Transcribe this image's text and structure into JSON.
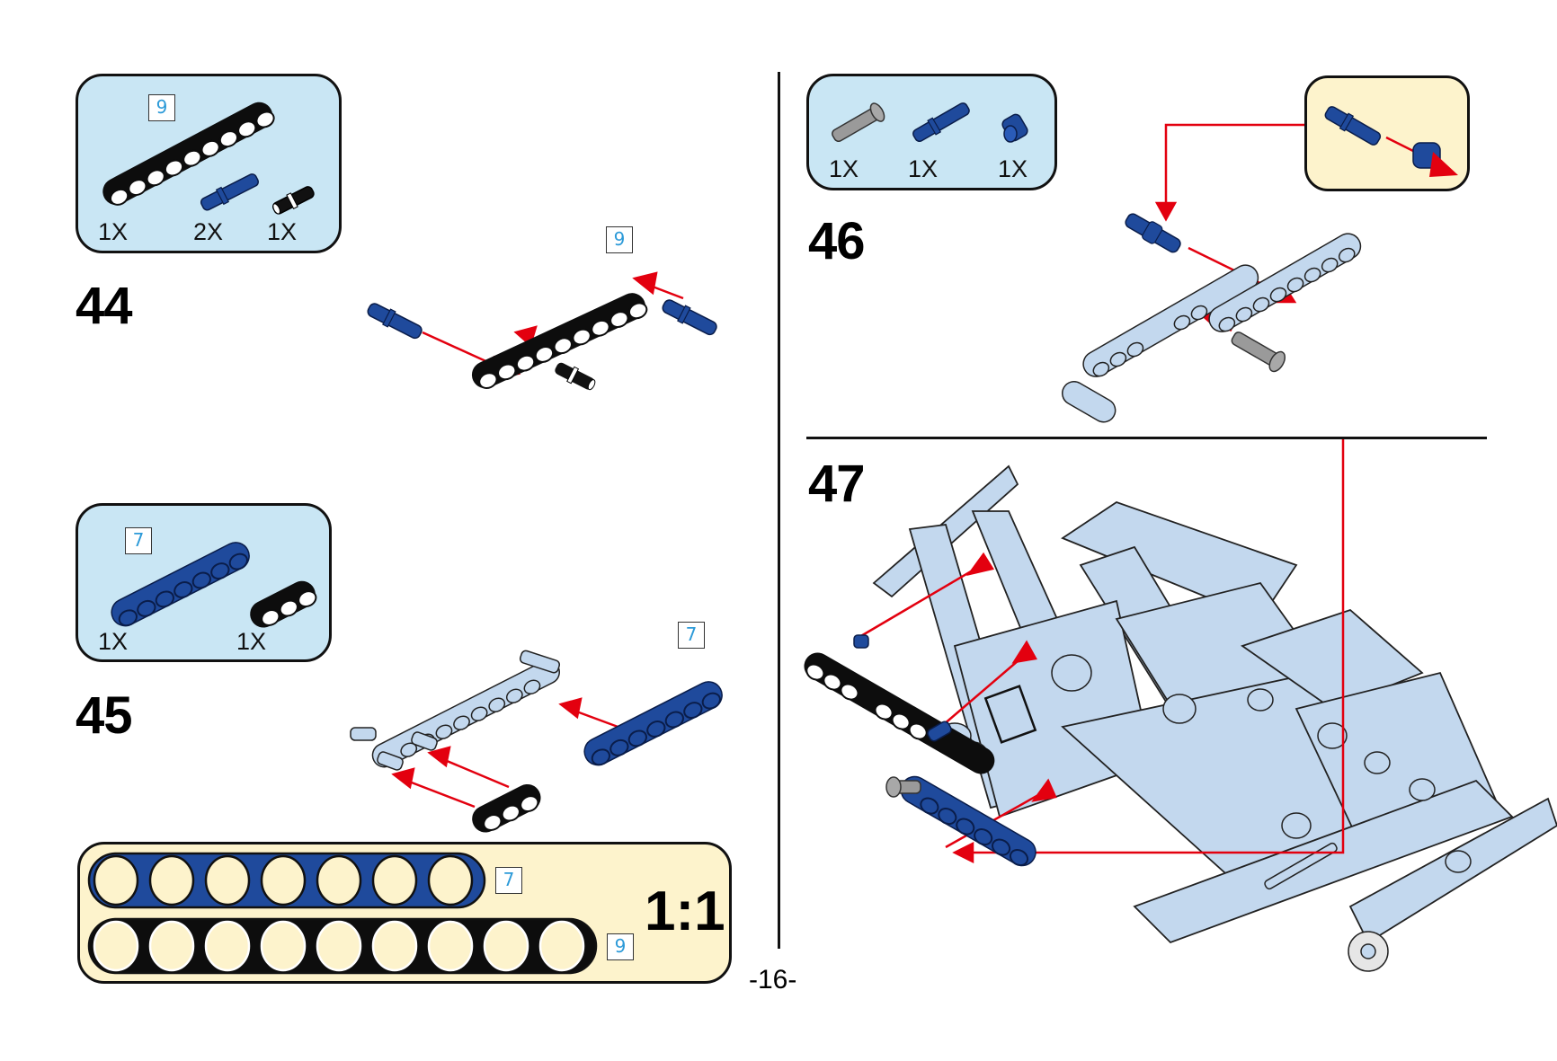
{
  "page": {
    "page_number": "-16-",
    "colors": {
      "parts_box_bg": "#c9e6f4",
      "sub_box_bg": "#fdf3cc",
      "arrow_red": "#e3000f",
      "beam_blue": "#1f4a9c",
      "beam_black": "#0d0d0d",
      "beam_light": "#c3d8ee",
      "pin_gray": "#9a9a9a",
      "length_tag_text": "#2c9ad8"
    }
  },
  "steps": [
    {
      "number": "44",
      "parts": [
        {
          "part": "black-beam-9",
          "qty": "1X",
          "length_tag": "9"
        },
        {
          "part": "blue-long-pin",
          "qty": "2X"
        },
        {
          "part": "black-friction-pin",
          "qty": "1X"
        }
      ],
      "assembly_length_tag": "9"
    },
    {
      "number": "45",
      "parts": [
        {
          "part": "blue-beam-7",
          "qty": "1X",
          "length_tag": "7"
        },
        {
          "part": "black-beam-3",
          "qty": "1X"
        }
      ],
      "assembly_length_tag": "7"
    },
    {
      "number": "46",
      "parts": [
        {
          "part": "gray-pin-with-bush",
          "qty": "1X"
        },
        {
          "part": "blue-long-pin",
          "qty": "1X"
        },
        {
          "part": "blue-bushing",
          "qty": "1X"
        }
      ]
    },
    {
      "number": "47",
      "parts": []
    }
  ],
  "ruler": {
    "scale_label": "1:1",
    "beams": [
      {
        "color": "blue",
        "holes": 7,
        "length_tag": "7"
      },
      {
        "color": "black",
        "holes": 9,
        "length_tag": "9"
      }
    ]
  }
}
